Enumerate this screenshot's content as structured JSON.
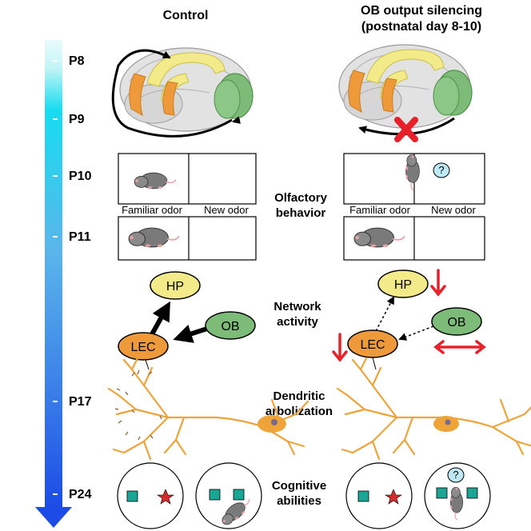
{
  "columns": {
    "control": "Control",
    "silencing_line1": "OB output silencing",
    "silencing_line2": "(postnatal day 8-10)"
  },
  "timeline": [
    "P8",
    "P9",
    "P10",
    "P11",
    "P17",
    "P24"
  ],
  "sections": {
    "olfactory_1": "Olfactory",
    "olfactory_2": "behavior",
    "network_1": "Network",
    "network_2": "activity",
    "dendritic_1": "Dendritic",
    "dendritic_2": "arbolization",
    "cognitive_1": "Cognitive",
    "cognitive_2": "abilities"
  },
  "boxes": {
    "familiar": "Familiar odor",
    "new": "New odor"
  },
  "regions": {
    "hp": "HP",
    "lec": "LEC",
    "ob": "OB"
  },
  "question_mark": "?",
  "colors": {
    "hp": "#f3eb8a",
    "lec": "#ef9a3a",
    "ob": "#7dbb78",
    "arrow_red": "#e8202a",
    "neuron": "#efa43a",
    "object": "#1aa594",
    "star": "#d82a2a",
    "timeline_top": "#e9fbfb",
    "timeline_mid": "#17d9f0",
    "timeline_bottom": "#1d4de6"
  }
}
